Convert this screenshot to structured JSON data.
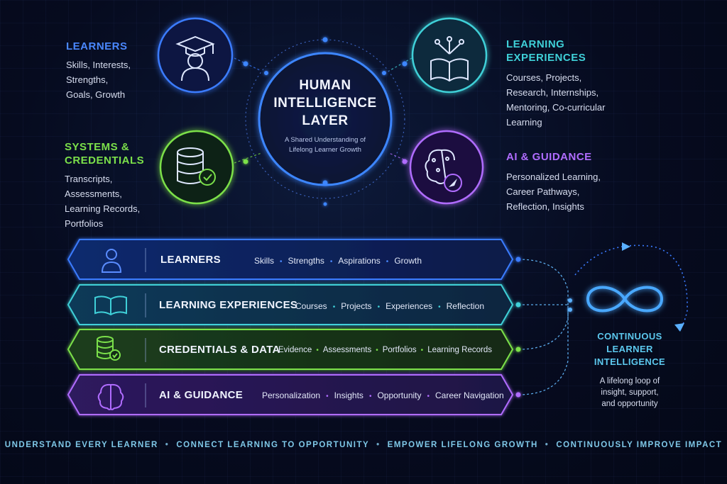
{
  "center": {
    "title_line1": "HUMAN",
    "title_line2": "INTELLIGENCE",
    "title_line3": "LAYER",
    "subtitle_line1": "A Shared Understanding of",
    "subtitle_line2": "Lifelong Learner Growth"
  },
  "quadrants": {
    "learners": {
      "title": "LEARNERS",
      "lines": [
        "Skills, Interests,",
        "Strengths,",
        "Goals, Growth"
      ]
    },
    "learning_experiences": {
      "title_line1": "LEARNING",
      "title_line2": "EXPERIENCES",
      "lines": [
        "Courses, Projects,",
        "Research, Internships,",
        "Mentoring, Co-curricular",
        "Learning"
      ]
    },
    "systems": {
      "title_line1": "SYSTEMS &",
      "title_line2": "CREDENTIALS",
      "lines": [
        "Transcripts,",
        "Assessments,",
        "Learning Records,",
        "Portfolios"
      ]
    },
    "ai": {
      "title": "AI & GUIDANCE",
      "lines": [
        "Personalized Learning,",
        "Career Pathways,",
        "Reflection, Insights"
      ]
    }
  },
  "bands": [
    {
      "title": "LEARNERS",
      "items": [
        "Skills",
        "Strengths",
        "Aspirations",
        "Growth"
      ]
    },
    {
      "title": "LEARNING EXPERIENCES",
      "items": [
        "Courses",
        "Projects",
        "Experiences",
        "Reflection"
      ]
    },
    {
      "title": "CREDENTIALS & DATA",
      "items": [
        "Evidence",
        "Assessments",
        "Portfolios",
        "Learning Records"
      ]
    },
    {
      "title": "AI & GUIDANCE",
      "items": [
        "Personalization",
        "Insights",
        "Opportunity",
        "Career Navigation"
      ]
    }
  ],
  "continuous": {
    "title_line1": "CONTINUOUS",
    "title_line2": "LEARNER",
    "title_line3": "INTELLIGENCE",
    "sub_line1": "A lifelong loop of",
    "sub_line2": "insight, support,",
    "sub_line3": "and opportunity"
  },
  "tagline": [
    "UNDERSTAND EVERY LEARNER",
    "CONNECT LEARNING TO OPPORTUNITY",
    "EMPOWER LIFELONG GROWTH",
    "CONTINUOUSLY IMPROVE IMPACT"
  ],
  "colors": {
    "blue": "#3b7bff",
    "teal": "#3fd0d8",
    "green": "#7be04a",
    "purple": "#b06cff",
    "cyan_text": "#5cc8ee"
  },
  "icons": [
    "graduation-cap-icon",
    "open-book-icon",
    "database-icon",
    "brain-icon",
    "user-icon",
    "infinity-icon"
  ]
}
